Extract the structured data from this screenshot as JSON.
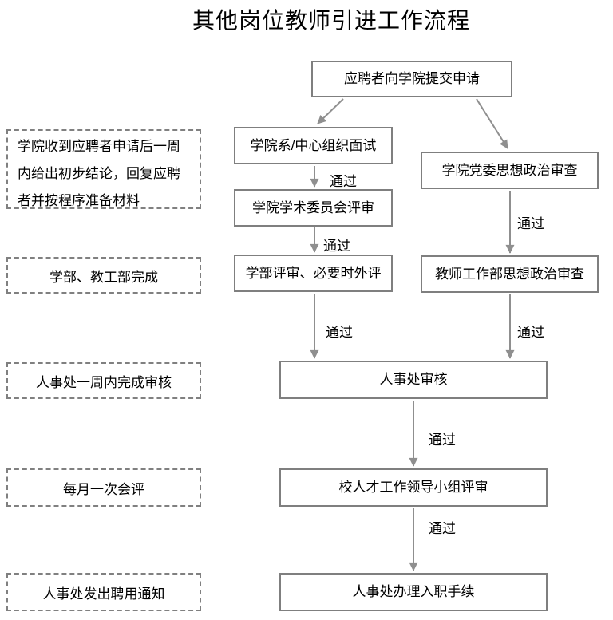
{
  "title": "其他岗位教师引进工作流程",
  "colors": {
    "box_border": "#7f7f7f",
    "dashed_border": "#808080",
    "arrow": "#8f8f8f",
    "text": "#000000",
    "background": "#ffffff"
  },
  "nodes": [
    {
      "id": "submit",
      "label": "应聘者向学院提交申请"
    },
    {
      "id": "interview",
      "label": "学院系/中心组织面试"
    },
    {
      "id": "academic-review",
      "label": "学院学术委员会评审"
    },
    {
      "id": "faculty-review",
      "label": "学部评审、必要时外评"
    },
    {
      "id": "party-review",
      "label": "学院党委思想政治审查"
    },
    {
      "id": "teacher-work-review",
      "label": "教师工作部思想政治审查"
    },
    {
      "id": "hr-review",
      "label": "人事处审核"
    },
    {
      "id": "talent-group-review",
      "label": "校人才工作领导小组评审"
    },
    {
      "id": "onboarding",
      "label": "人事处办理入职手续"
    }
  ],
  "annotations": [
    {
      "label": "学院收到应聘者申请后一周内给出初步结论，回复应聘者并按程序准备材料"
    },
    {
      "label": "学部、教工部完成"
    },
    {
      "label": "人事处一周内完成审核"
    },
    {
      "label": "每月一次会评"
    },
    {
      "label": "人事处发出聘用通知"
    }
  ],
  "edges": [
    {
      "from": "submit",
      "to": "interview"
    },
    {
      "from": "submit",
      "to": "party-review"
    },
    {
      "from": "interview",
      "to": "academic-review",
      "label": "通过"
    },
    {
      "from": "academic-review",
      "to": "faculty-review",
      "label": "通过"
    },
    {
      "from": "faculty-review",
      "to": "hr-review",
      "label": "通过"
    },
    {
      "from": "party-review",
      "to": "teacher-work-review",
      "label": "通过"
    },
    {
      "from": "teacher-work-review",
      "to": "hr-review",
      "label": "通过"
    },
    {
      "from": "hr-review",
      "to": "talent-group-review",
      "label": "通过"
    },
    {
      "from": "talent-group-review",
      "to": "onboarding",
      "label": "通过"
    }
  ]
}
